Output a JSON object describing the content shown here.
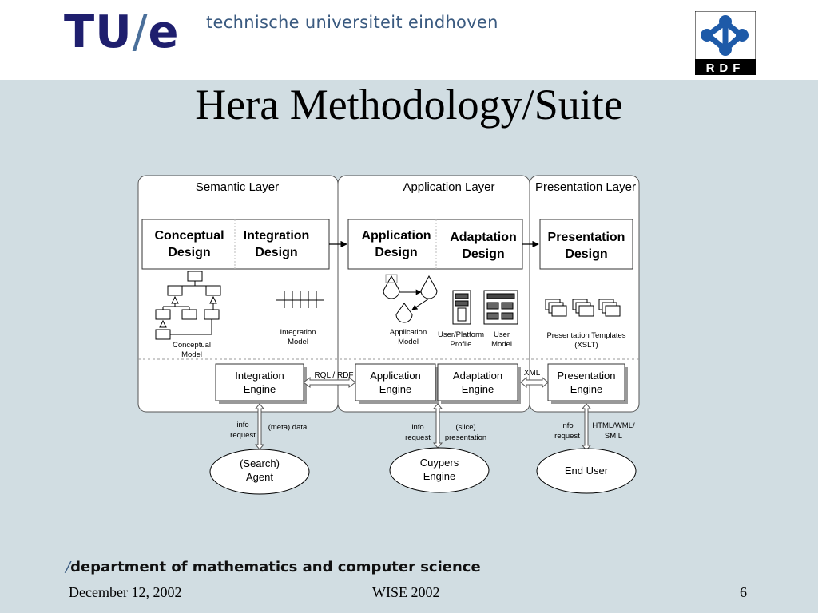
{
  "header": {
    "logo_tu": "TU",
    "logo_slash": "/",
    "logo_e": "e",
    "university": "technische universiteit eindhoven",
    "rdf_logo_text": "RDF"
  },
  "title": "Hera Methodology/Suite",
  "diagram": {
    "layers": [
      "Semantic Layer",
      "Application Layer",
      "Presentation Layer"
    ],
    "design_boxes": [
      {
        "line1": "Conceptual",
        "line2": "Design"
      },
      {
        "line1": "Integration",
        "line2": "Design"
      },
      {
        "line1": "Application",
        "line2": "Design"
      },
      {
        "line1": "Adaptation",
        "line2": "Design"
      },
      {
        "line1": "Presentation",
        "line2": "Design"
      }
    ],
    "model_labels": [
      {
        "line1": "Conceptual",
        "line2": "Model"
      },
      {
        "line1": "Integration",
        "line2": "Model"
      },
      {
        "line1": "Application",
        "line2": "Model"
      },
      {
        "line1": "User/Platform",
        "line2": "Profile"
      },
      {
        "line1": "User",
        "line2": "Model"
      },
      {
        "line1": "Presentation Templates",
        "line2": "(XSLT)"
      }
    ],
    "engines": [
      {
        "line1": "Integration",
        "line2": "Engine"
      },
      {
        "line1": "Application",
        "line2": "Engine"
      },
      {
        "line1": "Adaptation",
        "line2": "Engine"
      },
      {
        "line1": "Presentation",
        "line2": "Engine"
      }
    ],
    "connector_labels": {
      "rql_rdf": "RQL / RDF",
      "xml": "XML"
    },
    "flow_labels": [
      {
        "line1": "info",
        "line2": "request"
      },
      {
        "line1": "(meta) data",
        "line2": ""
      },
      {
        "line1": "info",
        "line2": "request"
      },
      {
        "line1": "(slice)",
        "line2": "presentation"
      },
      {
        "line1": "info",
        "line2": "request"
      },
      {
        "line1": "HTML/WML/",
        "line2": "SMIL"
      }
    ],
    "actors": [
      {
        "line1": "(Search)",
        "line2": "Agent"
      },
      {
        "line1": "Cuypers",
        "line2": "Engine"
      },
      {
        "line1": "End User",
        "line2": ""
      }
    ]
  },
  "footer": {
    "dept_slash": "/",
    "department": "department of mathematics and computer science",
    "date": "December 12, 2002",
    "event": "WISE 2002",
    "page": "6"
  },
  "colors": {
    "background": "#d1dde2",
    "header": "#ffffff",
    "logo_blue": "#1f1f6e",
    "rdf_blue": "#1e5aa8"
  }
}
